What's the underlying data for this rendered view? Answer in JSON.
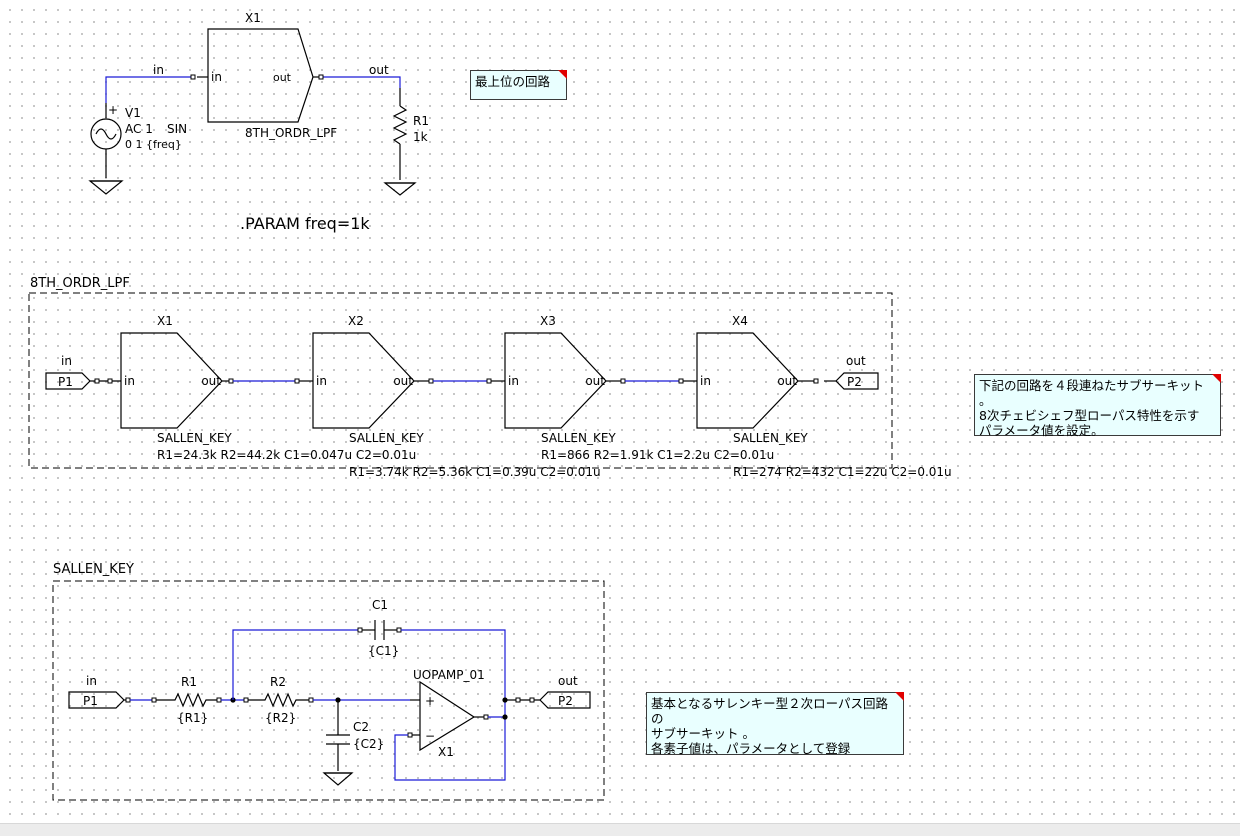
{
  "top": {
    "subckt_ref": "X1",
    "subckt_name": "8TH_ORDR_LPF",
    "pin_in": "in",
    "pin_out": "out",
    "net_in": "in",
    "net_out": "out",
    "v1_ref": "V1",
    "v1_ac": "AC 1",
    "v1_sin": "SIN",
    "v1_args": "0 1 {freq}",
    "v1_plus": "+",
    "r1_ref": "R1",
    "r1_val": "1k",
    "param": ".PARAM freq=1k",
    "note": "最上位の回路"
  },
  "lpf": {
    "title": "8TH_ORDR_LPF",
    "p1": "P1",
    "p2": "P2",
    "in_label": "in",
    "out_label": "out",
    "pin_in": "in",
    "pin_out": "out",
    "stages": [
      {
        "ref": "X1",
        "name": "SALLEN_KEY",
        "params": "R1=24.3k R2=44.2k C1=0.047u C2=0.01u"
      },
      {
        "ref": "X2",
        "name": "SALLEN_KEY",
        "params": "R1=3.74k R2=5.36k C1=0.39u C2=0.01u"
      },
      {
        "ref": "X3",
        "name": "SALLEN_KEY",
        "params": "R1=866 R2=1.91k C1=2.2u C2=0.01u"
      },
      {
        "ref": "X4",
        "name": "SALLEN_KEY",
        "params": "R1=274 R2=432 C1=22u C2=0.01u"
      }
    ],
    "note": "下記の回路を４段連ねたサブサーキット 。\n8次チェビシェフ型ローパス特性を示す\nパラメータ値を設定。"
  },
  "sk": {
    "title": "SALLEN_KEY",
    "p1": "P1",
    "p2": "P2",
    "in_label": "in",
    "out_label": "out",
    "r1_ref": "R1",
    "r1_val": "{R1}",
    "r2_ref": "R2",
    "r2_val": "{R2}",
    "c1_ref": "C1",
    "c1_val": "{C1}",
    "c2_ref": "C2",
    "c2_val": "{C2}",
    "opamp_name": "UOPAMP_01",
    "opamp_ref": "X1",
    "plus": "+",
    "minus": "−",
    "note": "基本となるサレンキー型２次ローパス回路の\nサブサーキット 。\n各素子値は、パラメータとして登録"
  },
  "colors": {
    "wire": "#1b1bd8",
    "note_bg": "#e9ffff",
    "note_corner": "#e00000"
  }
}
